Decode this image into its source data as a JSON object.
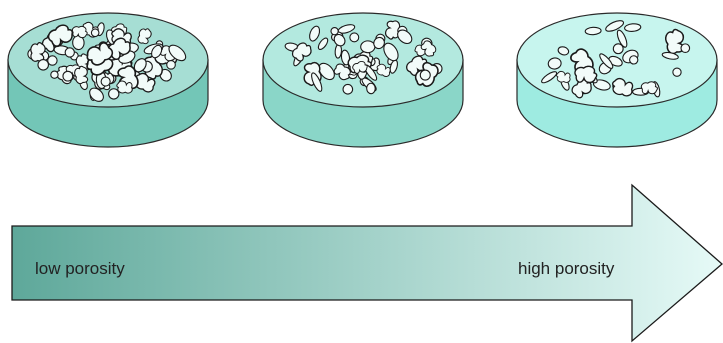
{
  "labels": {
    "left": "low porosity",
    "right": "high porosity"
  },
  "samples": [
    {
      "id": "low",
      "side_color": "#73c6b7",
      "top_color": "#a6ded4",
      "particle_color": "#f2fbf9"
    },
    {
      "id": "medium",
      "side_color": "#8ad6c8",
      "top_color": "#b3e9df",
      "particle_color": "#f2fbf9"
    },
    {
      "id": "high",
      "side_color": "#9eebe1",
      "top_color": "#c7f5ee",
      "particle_color": "#f2fbf9"
    }
  ],
  "arrow": {
    "gradient_start": "#5ea89a",
    "gradient_end": "#e6faf7",
    "stroke": "#1a1a1a"
  }
}
